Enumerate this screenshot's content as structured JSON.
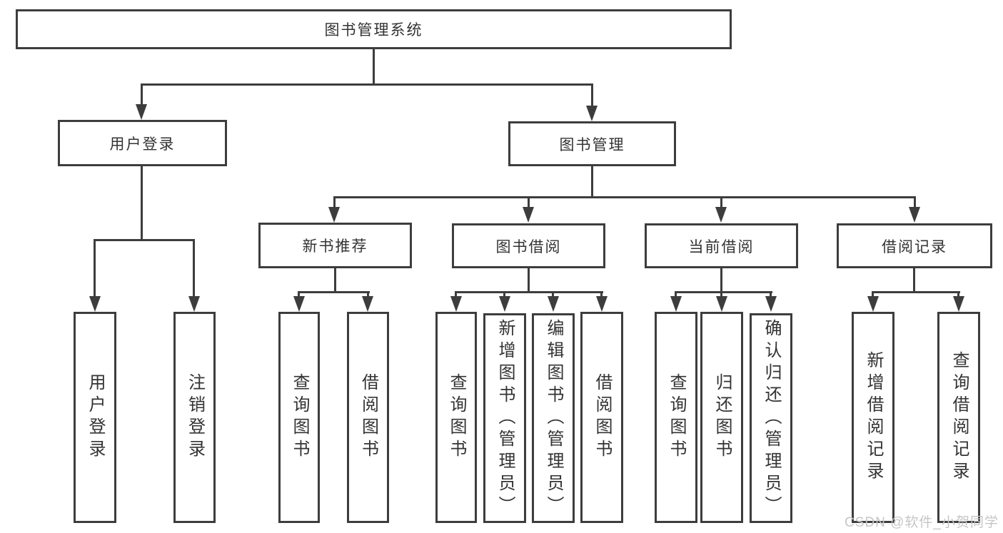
{
  "colors": {
    "line": "#3d3d3d",
    "text": "#333333",
    "watermark": "#c6c6c6",
    "background": "#ffffff"
  },
  "watermark": {
    "text": "CSDN @软件_小贺同学"
  },
  "chart_type": "hierarchy-diagram",
  "nodes": {
    "root": {
      "label": "图书管理系统"
    },
    "level2": [
      {
        "id": "user-login",
        "label": "用户登录"
      },
      {
        "id": "book-management",
        "label": "图书管理"
      }
    ],
    "level3": [
      {
        "id": "new-book-recommend",
        "label": "新书推荐",
        "parent": "图书管理"
      },
      {
        "id": "book-borrowing",
        "label": "图书借阅",
        "parent": "图书管理"
      },
      {
        "id": "current-borrowing",
        "label": "当前借阅",
        "parent": "图书管理"
      },
      {
        "id": "borrowing-records",
        "label": "借阅记录",
        "parent": "图书管理"
      }
    ],
    "leaves": [
      {
        "id": "leaf-user-login",
        "label": "用户登录",
        "parent": "用户登录"
      },
      {
        "id": "leaf-logout",
        "label": "注销登录",
        "parent": "用户登录"
      },
      {
        "id": "leaf-query-books-recommend",
        "label": "查询图书",
        "parent": "新书推荐"
      },
      {
        "id": "leaf-borrow-books-recommend",
        "label": "借阅图书",
        "parent": "新书推荐"
      },
      {
        "id": "leaf-query-books-borrowing",
        "label": "查询图书",
        "parent": "图书借阅"
      },
      {
        "id": "leaf-add-books-admin",
        "label": "新增图书（管理员）",
        "parent": "图书借阅"
      },
      {
        "id": "leaf-edit-books-admin",
        "label": "编辑图书（管理员）",
        "parent": "图书借阅"
      },
      {
        "id": "leaf-borrow-books-borrowing",
        "label": "借阅图书",
        "parent": "图书借阅"
      },
      {
        "id": "leaf-query-books-current",
        "label": "查询图书",
        "parent": "当前借阅"
      },
      {
        "id": "leaf-return-books",
        "label": "归还图书",
        "parent": "当前借阅"
      },
      {
        "id": "leaf-confirm-return-admin",
        "label": "确认归还（管理员）",
        "parent": "当前借阅"
      },
      {
        "id": "leaf-add-borrow-record",
        "label": "新增借阅记录",
        "parent": "借阅记录"
      },
      {
        "id": "leaf-query-borrow-record",
        "label": "查询借阅记录",
        "parent": "借阅记录"
      }
    ]
  }
}
